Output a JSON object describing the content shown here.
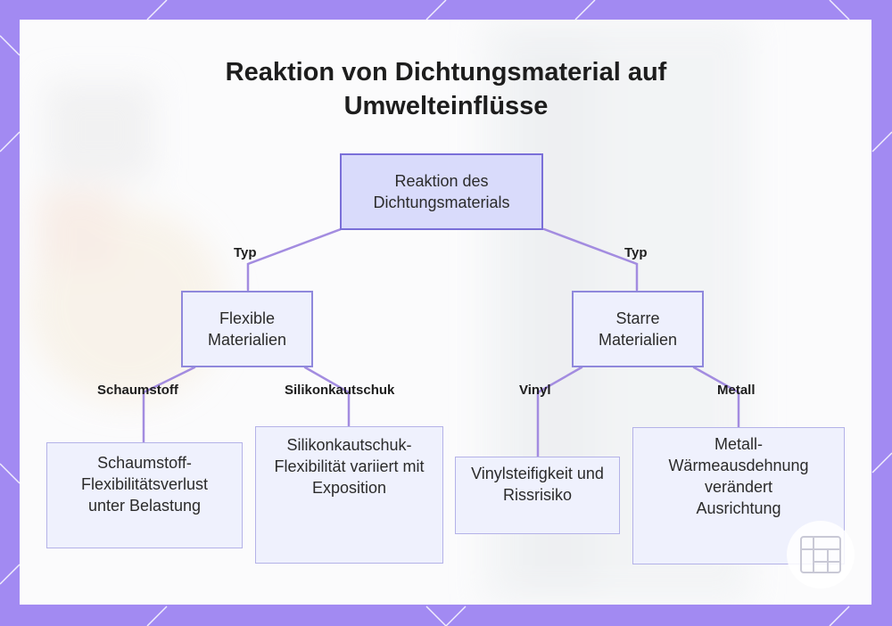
{
  "title_line1": "Reaktion von Dichtungsmaterial auf",
  "title_line2": "Umwelteinflüsse",
  "root": {
    "label": "Reaktion des Dichtungsmaterials"
  },
  "branches": [
    {
      "edge_label": "Typ",
      "label": "Flexible Materialien",
      "children": [
        {
          "edge_label": "Schaumstoff",
          "label": "Schaumstoff-Flexibilitätsverlust unter Belastung"
        },
        {
          "edge_label": "Silikonkautschuk",
          "label": "Silikonkautschuk-Flexibilität variiert mit Exposition"
        }
      ]
    },
    {
      "edge_label": "Typ",
      "label": "Starre Materialien",
      "children": [
        {
          "edge_label": "Vinyl",
          "label": "Vinylsteifigkeit und Rissrisiko"
        },
        {
          "edge_label": "Metall",
          "label": "Metall-Wärmeausdehnung verändert Ausrichtung"
        }
      ]
    }
  ],
  "colors": {
    "frame": "#a28af2",
    "connector": "#a38ce0",
    "root_fill": "#d9dbfb",
    "root_border": "#7a6fd8",
    "leaf_fill": "#eff1fd"
  }
}
